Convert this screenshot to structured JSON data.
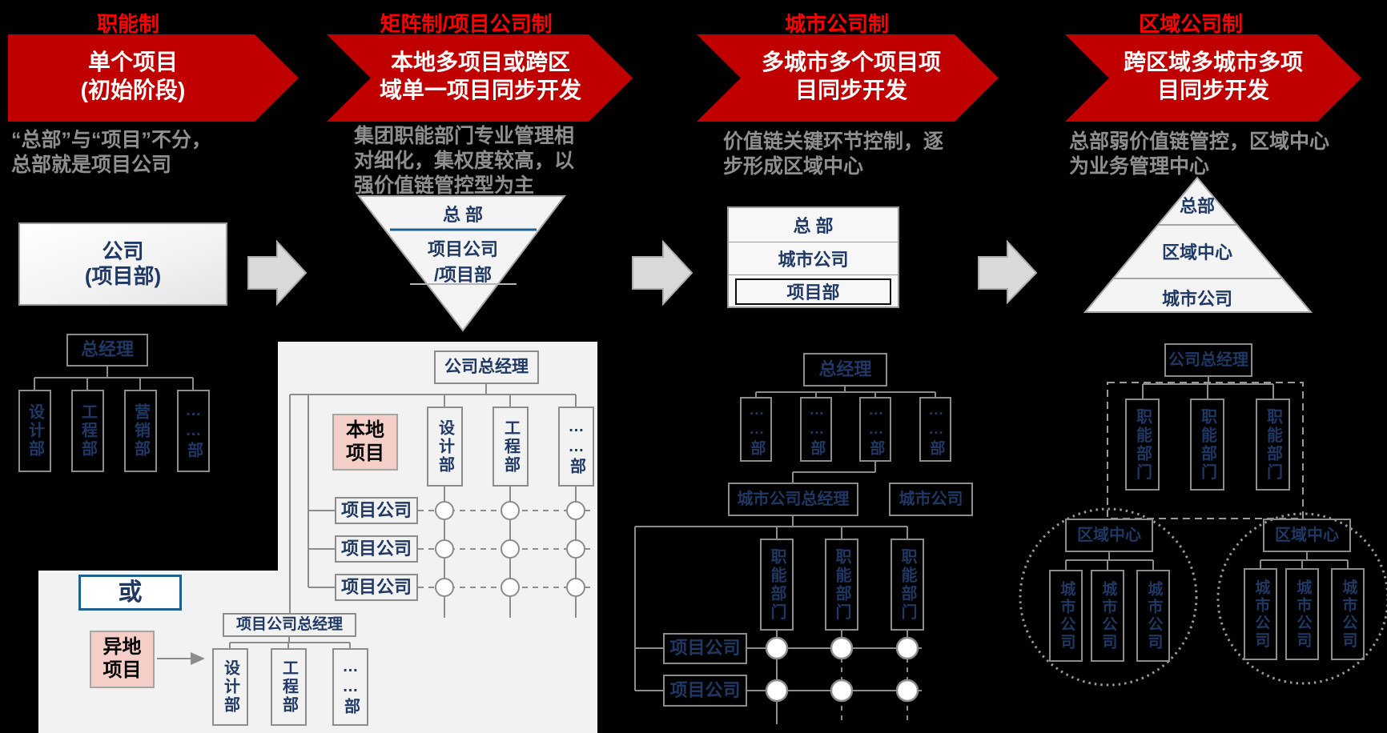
{
  "colors": {
    "banner_red": "#c00000",
    "title_red": "#ff0000",
    "dark_blue": "#1f3864",
    "gray_text": "#8f8f8f",
    "panel_gray": "#f2f2f2",
    "pink": "#f5cfc7",
    "line_gray": "#8c8c8c",
    "blue_border": "#1f6091"
  },
  "columns": [
    {
      "title": "职能制",
      "banner_lines": [
        "单个项目",
        "(初始阶段)"
      ],
      "desc_lines": [
        "“总部”与“项目”不分，",
        "总部就是项目公司"
      ],
      "company_box_lines": [
        "公司",
        "(项目部)"
      ],
      "org": {
        "root": "总经理",
        "depts": [
          "设计部",
          "工程部",
          "营销部",
          "……部"
        ]
      }
    },
    {
      "title": "矩阵制/项目公司制",
      "banner_lines": [
        "本地多项目或跨区",
        "域单一项目同步开发"
      ],
      "desc_lines": [
        "集团职能部门专业管理相",
        "对细化，集权度较高，以",
        "强价值链管控型为主"
      ],
      "triangle": {
        "levels": [
          "总 部",
          "项目公司",
          "/项目部"
        ]
      },
      "matrix": {
        "root": "公司总经理",
        "depts": [
          "设计部",
          "工程部",
          "……部"
        ],
        "local_tag_lines": [
          "本地",
          "项目"
        ],
        "project_rows": [
          "项目公司",
          "项目公司",
          "项目公司"
        ]
      },
      "remote": {
        "or_label": "或",
        "remote_tag_lines": [
          "异地",
          "项目"
        ],
        "root": "项目公司总经理",
        "depts": [
          "设计部",
          "工程部",
          "……部"
        ]
      }
    },
    {
      "title": "城市公司制",
      "banner_lines": [
        "多城市多个项目项",
        "目同步开发"
      ],
      "desc_lines": [
        "价值链关键环节控制，逐",
        "步形成区域中心"
      ],
      "stack_levels": [
        "总 部",
        "城市公司",
        "项目部"
      ],
      "org": {
        "root": "总经理",
        "depts": [
          "……部",
          "……部",
          "……部",
          "……部"
        ],
        "city_gm": "城市公司总经理",
        "city_co": "城市公司",
        "functions": [
          "职能部门",
          "职能部门",
          "职能部门"
        ],
        "project_rows": [
          "项目公司",
          "项目公司"
        ]
      }
    },
    {
      "title": "区域公司制",
      "banner_lines": [
        "跨区域多城市多项",
        "目同步开发"
      ],
      "desc_lines": [
        "总部弱价值链管控，区域中心",
        "为业务管理中心"
      ],
      "pyramid_levels": [
        "总部",
        "区域中心",
        "城市公司"
      ],
      "org": {
        "root": "公司总经理",
        "functions": [
          "职能部门",
          "职能部门",
          "职能部门"
        ],
        "regions": [
          {
            "label": "区域中心",
            "cities": [
              "城市公司",
              "城市公司",
              "城市公司"
            ]
          },
          {
            "label": "区域中心",
            "cities": [
              "城市公司",
              "城市公司",
              "城市公司"
            ]
          }
        ]
      }
    }
  ]
}
